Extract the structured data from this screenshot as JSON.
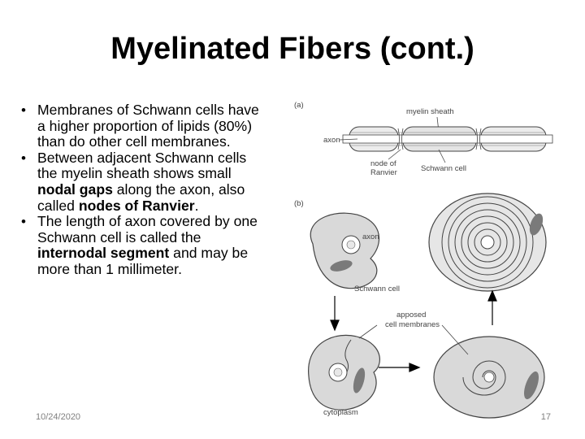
{
  "slide": {
    "title": "Myelinated Fibers (cont.)",
    "bullets": [
      {
        "parts": [
          "Membranes of Schwann cells have a higher proportion of lipids (80%) than do other cell membranes."
        ]
      },
      {
        "parts": [
          "Between adjacent Schwann cells the myelin sheath shows small ",
          "nodal gaps",
          " along the axon, also called ",
          "nodes of Ranvier",
          "."
        ]
      },
      {
        "parts": [
          "The length of axon covered by one Schwann cell is called the ",
          "internodal segment",
          " and may be more than 1 millimeter."
        ]
      }
    ],
    "footer": {
      "date": "10/24/2020",
      "page_number": "17"
    }
  },
  "figure": {
    "panel_a_label": "(a)",
    "panel_b_label": "(b)",
    "labels": {
      "myelin_sheath": "myelin sheath",
      "axon": "axon",
      "node_of_ranvier_line1": "node of",
      "node_of_ranvier_line2": "Ranvier",
      "schwann_cell_a": "Schwann cell",
      "axon_b": "axon",
      "schwann_cell_b": "Schwann cell",
      "apposed_line1": "apposed",
      "apposed_line2": "cell membranes",
      "cytoplasm": "cytoplasm"
    }
  }
}
